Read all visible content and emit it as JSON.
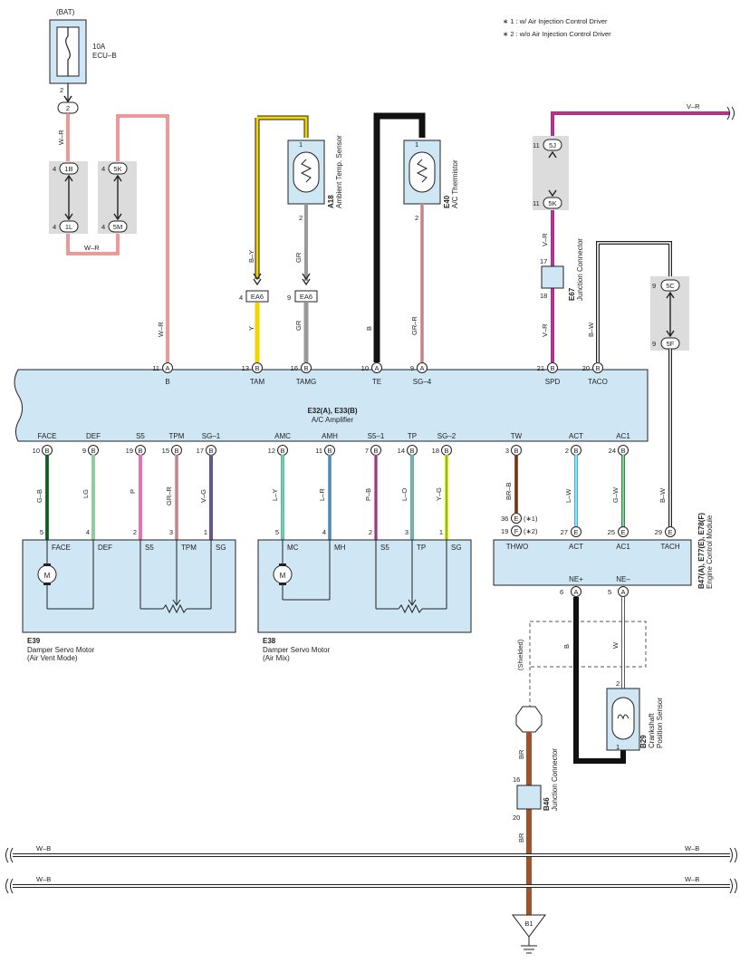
{
  "notes": {
    "note1": "∗ 1 : w/ Air Injection Control Driver",
    "note2": "∗ 2 : w/o Air Injection Control Driver"
  },
  "fuse": {
    "source": "(BAT)",
    "rating": "10A",
    "name": "ECU–B",
    "pin_out": "2",
    "junction": "2"
  },
  "junction_blocks": {
    "j1b": "1B",
    "j1l": "1L",
    "j5k_left": "5K",
    "j5m": "5M",
    "j5j": "5J",
    "j5k_right": "5K",
    "j5c": "5C",
    "j5f": "5F",
    "pin4": "4",
    "pin11": "11",
    "pin9": "9"
  },
  "wires": {
    "w_r_top": "W–R",
    "w_r_bottom": "W–R",
    "w_r_amp": "W–R",
    "b_y": "B–Y",
    "gr_top": "GR",
    "y": "Y",
    "gr": "GR",
    "b_te": "B",
    "gr_r": "GR–R",
    "v_r_top": "V–R",
    "v_r_mid": "V–R",
    "v_r_low": "V–R",
    "b_w_top": "B–W",
    "b_w_low": "B–W",
    "g_b": "G–B",
    "lg": "LG",
    "p": "P",
    "gr_r2": "GR–R",
    "v_g": "V–G",
    "l_y": "L–Y",
    "l_r": "L–R",
    "p_b": "P–B",
    "l_o": "L–O",
    "y_g": "Y–G",
    "br_b": "BR–B",
    "l_w": "L–W",
    "g_w": "G–W",
    "ne_b": "B",
    "ne_w": "W",
    "br_top": "BR",
    "br_low": "BR",
    "shielded": "(Shielded)"
  },
  "sensors": {
    "a18_code": "A18",
    "a18_name": "Ambient Temp. Sensor",
    "e40_code": "E40",
    "e40_name": "A/C Thermistor",
    "e67_code": "E67",
    "e67_name": "Junction Connector",
    "b29_code": "B29",
    "b29_name1": "Crankshaft",
    "b29_name2": "Position Sensor",
    "b46_code": "B46",
    "b46_name": "Junction Connector",
    "ea6": "EA6"
  },
  "amplifier": {
    "code": "E32(A), E33(B)",
    "name": "A/C Amplifier",
    "top_pins": [
      {
        "num": "11",
        "conn": "A",
        "label": "B"
      },
      {
        "num": "13",
        "conn": "B",
        "label": "TAM"
      },
      {
        "num": "16",
        "conn": "B",
        "label": "TAMG"
      },
      {
        "num": "10",
        "conn": "A",
        "label": "TE"
      },
      {
        "num": "9",
        "conn": "A",
        "label": "SG–4"
      },
      {
        "num": "21",
        "conn": "B",
        "label": "SPD"
      },
      {
        "num": "20",
        "conn": "B",
        "label": "TACO"
      }
    ],
    "bottom_pins": [
      {
        "num": "10",
        "conn": "B",
        "label": "FACE"
      },
      {
        "num": "9",
        "conn": "B",
        "label": "DEF"
      },
      {
        "num": "19",
        "conn": "B",
        "label": "S5"
      },
      {
        "num": "15",
        "conn": "B",
        "label": "TPM"
      },
      {
        "num": "17",
        "conn": "B",
        "label": "SG–1"
      },
      {
        "num": "12",
        "conn": "B",
        "label": "AMC"
      },
      {
        "num": "11",
        "conn": "B",
        "label": "AMH"
      },
      {
        "num": "7",
        "conn": "B",
        "label": "S5–1"
      },
      {
        "num": "14",
        "conn": "B",
        "label": "TP"
      },
      {
        "num": "18",
        "conn": "B",
        "label": "SG–2"
      },
      {
        "num": "3",
        "conn": "B",
        "label": "TW"
      },
      {
        "num": "2",
        "conn": "B",
        "label": "ACT"
      },
      {
        "num": "24",
        "conn": "B",
        "label": "AC1"
      }
    ]
  },
  "e39": {
    "code": "E39",
    "name": "Damper Servo Motor",
    "sub": "(Air Vent Mode)",
    "pins": [
      {
        "num": "5",
        "label": "FACE"
      },
      {
        "num": "4",
        "label": "DEF"
      },
      {
        "num": "2",
        "label": "S5"
      },
      {
        "num": "3",
        "label": "TPM"
      },
      {
        "num": "1",
        "label": "SG"
      }
    ],
    "motor": "M"
  },
  "e38": {
    "code": "E38",
    "name": "Damper Servo Motor",
    "sub": "(Air Mix)",
    "pins": [
      {
        "num": "5",
        "label": "MC"
      },
      {
        "num": "4",
        "label": "MH"
      },
      {
        "num": "2",
        "label": "S5"
      },
      {
        "num": "3",
        "label": "TP"
      },
      {
        "num": "1",
        "label": "SG"
      }
    ],
    "motor": "M"
  },
  "ecm": {
    "code": "B47(A), E77(E), E78(F)",
    "name": "Engine Control Module",
    "thwo_pin1": "36",
    "thwo_conn1": "E",
    "thwo_note1": "(∗1)",
    "thwo_pin2": "19",
    "thwo_conn2": "F",
    "thwo_note2": "(∗2)",
    "pins": [
      {
        "num": "27",
        "conn": "E",
        "label": "ACT"
      },
      {
        "num": "25",
        "conn": "E",
        "label": "AC1"
      },
      {
        "num": "29",
        "conn": "E",
        "label": "TACH"
      }
    ],
    "thwo_label": "THWO",
    "ne_plus": {
      "num": "6",
      "conn": "A",
      "label": "NE+"
    },
    "ne_minus": {
      "num": "5",
      "conn": "A",
      "label": "NE–"
    }
  },
  "pin_numbers": {
    "p1": "1",
    "p2": "2",
    "p4": "4",
    "p9": "9",
    "p11": "11",
    "p16": "16",
    "p17": "17",
    "p18": "18",
    "p20": "20"
  },
  "ground": {
    "bus1": "W–B",
    "bus2": "W–B",
    "ground_code": "B1"
  }
}
